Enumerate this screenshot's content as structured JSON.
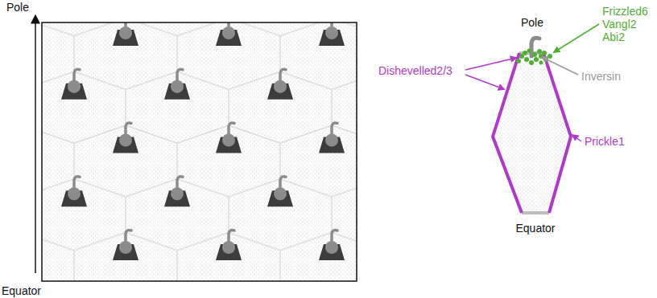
{
  "diagram": {
    "labels": [
      "Pole",
      "Equator",
      "Pole",
      "Frizzled6 Vangl2 Abi2",
      "Dishevelled2/3",
      "Inversin",
      "Prickle1",
      "Equator"
    ]
  }
}
